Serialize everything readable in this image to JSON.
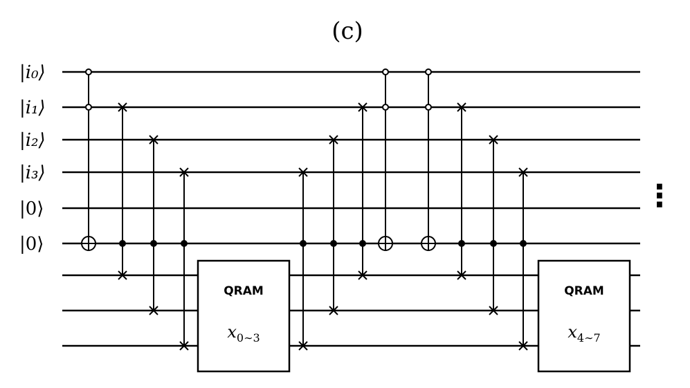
{
  "figure": {
    "panel_label": "(c)",
    "continuation_marker": "⋮"
  },
  "qubits": [
    {
      "label": "|i₀⟩"
    },
    {
      "label": "|i₁⟩"
    },
    {
      "label": "|i₂⟩"
    },
    {
      "label": "|i₃⟩"
    },
    {
      "label": "|0⟩"
    },
    {
      "label": "|0⟩"
    },
    {
      "label": ""
    },
    {
      "label": ""
    },
    {
      "label": ""
    }
  ],
  "boxes": [
    {
      "title": "QRAM",
      "var": "x",
      "subscript": "0∼3"
    },
    {
      "title": "QRAM",
      "var": "x",
      "subscript": "4∼7"
    }
  ]
}
